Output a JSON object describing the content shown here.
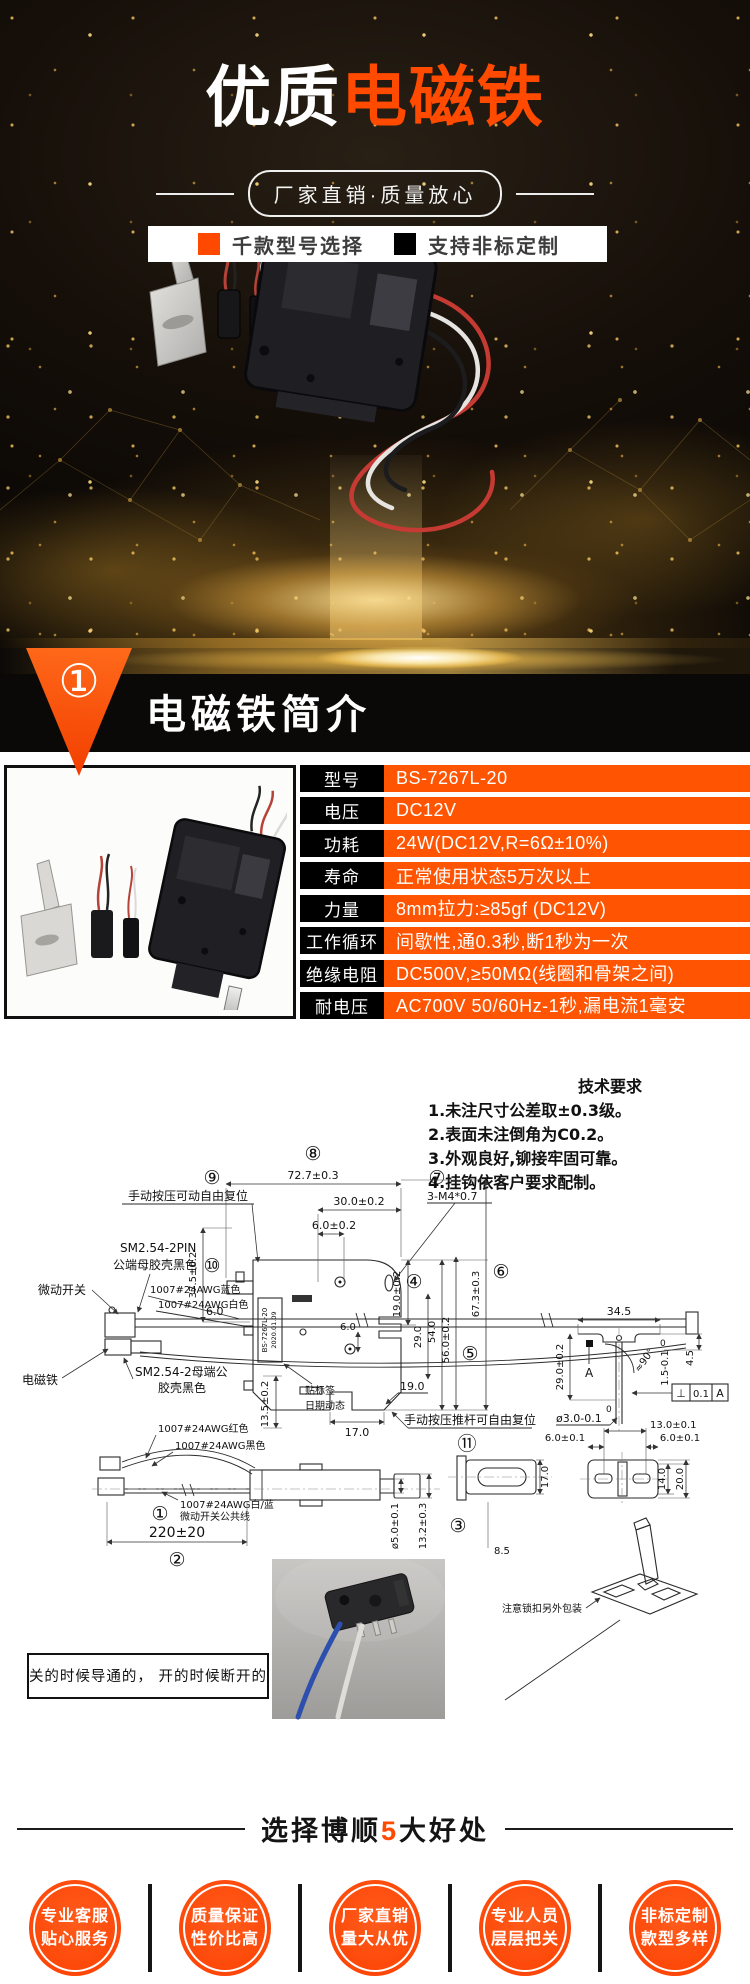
{
  "hero": {
    "title_white": "优质",
    "title_orange": "电磁铁",
    "banner": "厂家直销·质量放心",
    "badge1": "千款型号选择",
    "badge2": "支持非标定制"
  },
  "section1": {
    "number": "①",
    "title": "电磁铁简介"
  },
  "spec_table": {
    "rows": [
      {
        "label": "型号",
        "value": "BS-7267L-20"
      },
      {
        "label": "电压",
        "value": "DC12V"
      },
      {
        "label": "功耗",
        "value": "24W(DC12V,R=6Ω±10%)"
      },
      {
        "label": "寿命",
        "value": "正常使用状态5万次以上"
      },
      {
        "label": "力量",
        "value": "8mm拉力:≥85gf (DC12V)"
      },
      {
        "label": "工作循环",
        "value": "间歇性,通0.3秒,断1秒为一次"
      },
      {
        "label": "绝缘电阻",
        "value": "DC500V,≥50MΩ(线圈和骨架之间)"
      },
      {
        "label": "耐电压",
        "value": "AC700V 50/60Hz-1秒,漏电流1毫安"
      }
    ]
  },
  "drawing": {
    "tech_title": "技术要求",
    "note1": "1.未注尺寸公差取±0.3级。",
    "note2": "2.表面未注倒角为C0.2。",
    "note3": "3.外观良好,铆接牢固可靠。",
    "note4": "4.挂钩依客户要求配制。",
    "c1": "①",
    "c2": "②",
    "c3": "③",
    "c4": "④",
    "c5": "⑤",
    "c6": "⑥",
    "c7": "⑦",
    "c8": "⑧",
    "c9": "⑨",
    "c10": "⑩",
    "c11": "⑪",
    "manual_reset": "手动按压可动自由复位",
    "manual_push": "手动按压推杆可自由复位",
    "sm_pin_l1": "SM2.54-2PIN",
    "sm_pin_l2": "公端母胶壳黑色",
    "micro_switch": "微动开关",
    "awg_blue": "1007#24AWG蓝色",
    "awg_white": "1007#24AWG白色",
    "solenoid": "电磁铁",
    "sm_female_l1": "SM2.54-2母端公",
    "sm_female_l2": "胶壳黑色",
    "awg_red": "1007#24AWG红色",
    "awg_black": "1007#24AWG黑色",
    "common_l1": "1007#24AWG白/蓝",
    "common_l2": "微动开关公共线",
    "sticker_l1": "贴标签",
    "sticker_l2": "日期动态",
    "device_model": "BS-7267L-20",
    "device_date": "2020.01.09",
    "thread": "3-M4*0.7",
    "datum": "A",
    "angle": "≈90°",
    "zero": "0",
    "lock_note": "注意锁扣另外包装",
    "close_note": "关的时候导通的， 开的时候断开的",
    "d727": "72.7±0.3",
    "d300": "30.0±0.2",
    "d60a": "6.0±0.2",
    "d375": "37.5±0.2",
    "d190": "19.0±0.2",
    "d290": "29.0",
    "d540": "54.0",
    "d560": "56.0±0.2",
    "d673": "67.3±0.3",
    "d60b": "6.0",
    "d60c": "6.0",
    "d170a": "17.0",
    "d190b": "19.0",
    "d135": "13.5±0.2",
    "d345": "34.5",
    "d290b": "29.0±0.2",
    "d15": "1.5-0.1",
    "d45": "4.5",
    "tol_sym": "⊥",
    "tol_val": "0.1",
    "tol_ref": "A",
    "dphi30": "ø3.0-0.1",
    "d130": "13.0±0.1",
    "d60d": "6.0±0.1",
    "d60e": "6.0±0.1",
    "d140": "14.0",
    "d200": "20.0",
    "d85": "8.5",
    "d170b": "17.0",
    "dphi50": "ø5.0±0.1",
    "d132": "13.2±0.3",
    "d220": "220±20"
  },
  "benefits": {
    "title_pre": "选择博顺",
    "title_accent": "5",
    "title_post": "大好处",
    "items": [
      {
        "line1": "专业客服",
        "line2": "贴心服务"
      },
      {
        "line1": "质量保证",
        "line2": "性价比高"
      },
      {
        "line1": "厂家直销",
        "line2": "量大从优"
      },
      {
        "line1": "专业人员",
        "line2": "层层把关"
      },
      {
        "line1": "非标定制",
        "line2": "款型多样"
      }
    ]
  },
  "colors": {
    "accent": "#ff4a00",
    "table_orange": "#ff5502",
    "badge_orange": "#fc3f00",
    "hero_bg": "#0d0906"
  }
}
